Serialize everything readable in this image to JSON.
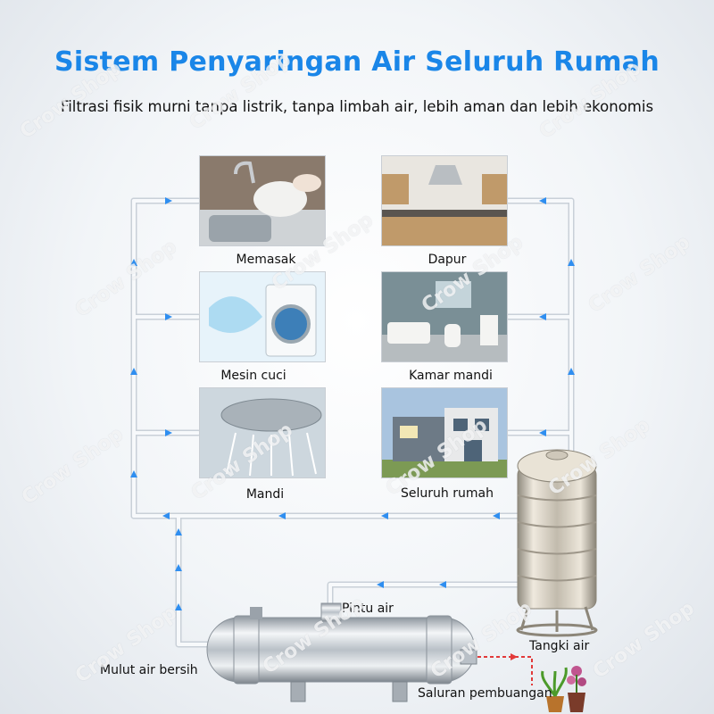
{
  "header": {
    "title": "Sistem Penyaringan Air Seluruh Rumah",
    "subtitle": "Filtrasi fisik murni tanpa listrik, tanpa limbah air, lebih aman dan lebih ekonomis"
  },
  "rooms": [
    {
      "label": "Memasak",
      "icon": "cooking-sink-photo"
    },
    {
      "label": "Dapur",
      "icon": "kitchen-photo"
    },
    {
      "label": "Mesin cuci",
      "icon": "washing-machine-photo"
    },
    {
      "label": "Kamar mandi",
      "icon": "bathroom-photo"
    },
    {
      "label": "Mandi",
      "icon": "shower-head-photo"
    },
    {
      "label": "Seluruh rumah",
      "icon": "house-photo"
    }
  ],
  "components": {
    "inlet": "Pintu air",
    "outlet": "Mulut air bersih",
    "tank": "Tangki air",
    "drain": "Saluran pembuangan"
  },
  "watermark": "Crow Shop",
  "colors": {
    "title": "#1a86e8",
    "arrow": "#2f8ef0",
    "drain_arrow": "#e23a3a",
    "pipe": "#f4f6f8"
  }
}
